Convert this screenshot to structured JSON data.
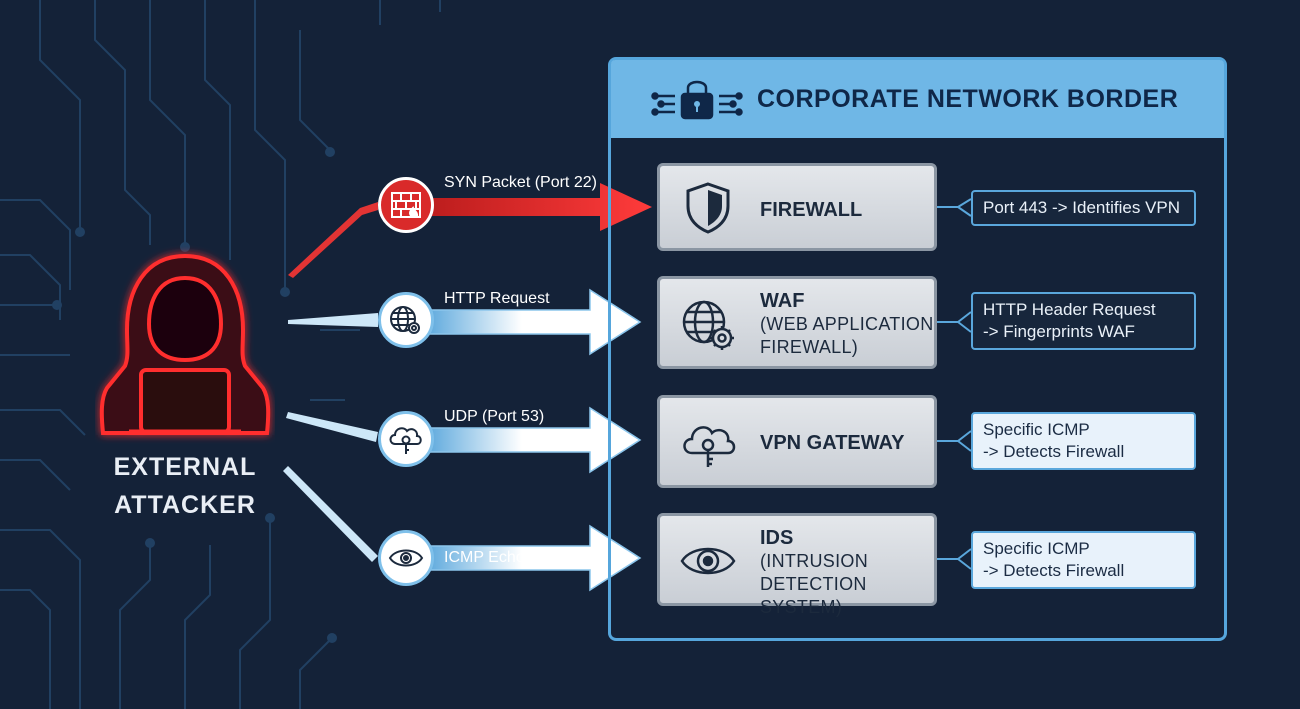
{
  "attacker": {
    "label_line1": "EXTERNAL",
    "label_line2": "ATTACKER",
    "icon": "hooded-hacker-icon"
  },
  "network": {
    "title": "CORPORATE NETWORK BORDER",
    "icon": "lock-circuit-icon"
  },
  "probes": [
    {
      "label": "SYN Packet (Port 22)",
      "icon": "brick-firewall-icon",
      "color": "#d92a2a"
    },
    {
      "label": "HTTP Request",
      "icon": "globe-gear-icon",
      "color": "#ffffff"
    },
    {
      "label": "UDP (Port 53)",
      "icon": "cloud-key-icon",
      "color": "#ffffff"
    },
    {
      "label": "ICMP Echo",
      "icon": "eye-icon",
      "color": "#ffffff"
    }
  ],
  "devices": [
    {
      "name": "FIREWALL",
      "icon": "shield-icon"
    },
    {
      "name": "WAF",
      "sub1": "(WEB APPLICATION",
      "sub2": "FIREWALL)",
      "icon": "globe-gear-icon"
    },
    {
      "name": "VPN GATEWAY",
      "icon": "cloud-key-icon"
    },
    {
      "name": "IDS",
      "sub1": "(INTRUSION",
      "sub2": "DETECTION SYSTEM)",
      "icon": "eye-icon"
    }
  ],
  "findings": [
    {
      "line1": "Port 443 -> Identifies VPN"
    },
    {
      "line1": "HTTP Header Request",
      "line2": "-> Fingerprints WAF"
    },
    {
      "line1": "Specific ICMP",
      "line2": "-> Detects Firewall"
    },
    {
      "line1": "Specific ICMP",
      "line2": "-> Detects Firewall"
    }
  ],
  "colors": {
    "background": "#142238",
    "accent_blue": "#56a6dc",
    "attack_red": "#d92a2a",
    "device_grey": "#d6dadf"
  }
}
